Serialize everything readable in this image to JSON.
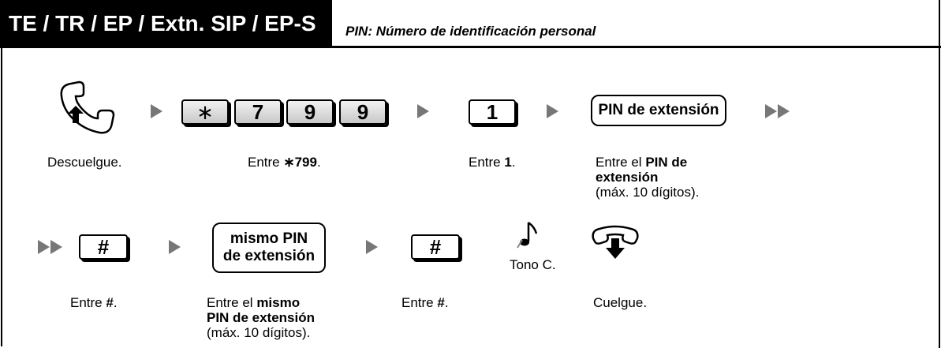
{
  "header": {
    "title": "TE / TR / EP / Extn. SIP / EP-S",
    "subtitle": "PIN: Número de identificación personal"
  },
  "keys": {
    "star": "∗",
    "seven": "7",
    "nine_a": "9",
    "nine_b": "9",
    "one": "1",
    "hash_a": "#",
    "hash_b": "#",
    "pin_softkey": "PIN de extensión",
    "same_pin_line1": "mismo PIN",
    "same_pin_line2": "de extensión"
  },
  "steps": {
    "offhook": "Descuelgue.",
    "enter_prefix": "Entre ",
    "code": "∗799",
    "period": ".",
    "one": "1",
    "pin_line1_prefix": "Entre el ",
    "pin_line1_bold": "PIN de",
    "pin_line2_bold": "extensión",
    "pin_line3": "(máx. 10 dígitos).",
    "hash": "#",
    "same_line1_bold": "mismo",
    "same_line2_bold": "PIN de extensión",
    "same_line3": "(máx. 10 dígitos).",
    "tone": "Tono C.",
    "onhook": "Cuelgue."
  }
}
